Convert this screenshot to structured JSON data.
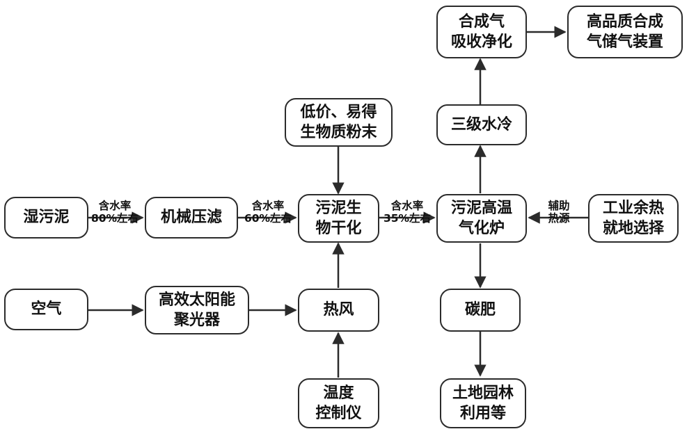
{
  "nodes": {
    "wet_sludge": [
      "湿污泥"
    ],
    "mech_press": [
      "机械压滤"
    ],
    "bio_dry": [
      "污泥生",
      "物干化"
    ],
    "gasifier": [
      "污泥高温",
      "气化炉"
    ],
    "waste_heat": [
      "工业余热",
      "就地选择"
    ],
    "biomass": [
      "低价、易得",
      "生物质粉末"
    ],
    "cooling": [
      "三级水冷"
    ],
    "syngas_purify": [
      "合成气",
      "吸收净化"
    ],
    "storage": [
      "高品质合成",
      "气储气装置"
    ],
    "air": [
      "空气"
    ],
    "solar": [
      "高效太阳能",
      "聚光器"
    ],
    "hot_air": [
      "热风"
    ],
    "temp_ctrl": [
      "温度",
      "控制仪"
    ],
    "char_fert": [
      "碳肥"
    ],
    "land_use": [
      "土地园林",
      "利用等"
    ]
  },
  "edge_labels": {
    "moisture_80": [
      "含水率",
      "80%左右"
    ],
    "moisture_60": [
      "含水率",
      "60%左右"
    ],
    "moisture_35": [
      "含水率",
      "35%左右"
    ],
    "aux_heat": [
      "辅助",
      "热源"
    ]
  },
  "colors": {
    "line": "#2b2b2b",
    "text": "#111111"
  }
}
